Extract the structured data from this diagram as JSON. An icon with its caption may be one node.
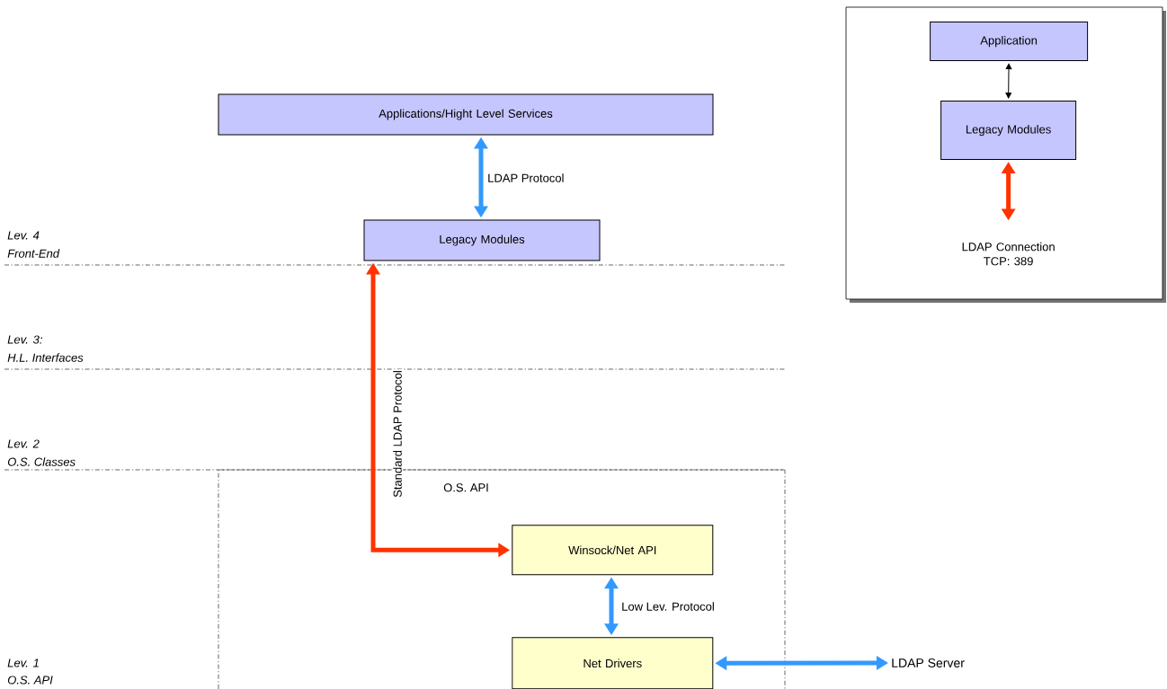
{
  "diagram": {
    "nodes": [
      {
        "text": [
          "Applications/Hight Level Services"
        ]
      },
      {
        "text": [
          "Legacy Modules"
        ]
      },
      {
        "text": [
          "O.S. API"
        ]
      },
      {
        "text": [
          "Winsock/Net API"
        ],
        "in": 2
      },
      {
        "text": [
          "Net Drivers"
        ],
        "in": 2
      },
      {
        "text": [
          "LDAP Server"
        ]
      },
      {
        "text": [],
        "shape": "box"
      },
      {
        "text": [
          "Application"
        ],
        "in": 6
      },
      {
        "text": [
          "Legacy Modules"
        ],
        "in": 6
      },
      {
        "text": [
          "LDAP Connection TCP: 389"
        ],
        "in": 6
      }
    ],
    "edges": [
      {
        "from": 0,
        "to": 1,
        "arrow": "both",
        "label": "LDAP Protocol"
      },
      {
        "from": 3,
        "to": 1,
        "arrow": "both",
        "label": "Standard LDAP Protocol",
        "color": "#ff3300"
      },
      {
        "from": 3,
        "to": 4,
        "arrow": "both",
        "label": "Low Lev. Protocol"
      },
      {
        "from": 4,
        "to": 5,
        "arrow": "both"
      },
      {
        "from": 7,
        "to": 8,
        "arrow": "both",
        "color": "#000000"
      },
      {
        "from": 8,
        "to": 9,
        "arrow": "both",
        "color": "#ff3300"
      }
    ],
    "labels": [
      "Lev. 4",
      "Front-End",
      "Lev. 3:",
      "H.L. Interfaces",
      "Lev. 2",
      "O.S. Classes",
      "Lev. 1",
      "O.S. API"
    ]
  }
}
